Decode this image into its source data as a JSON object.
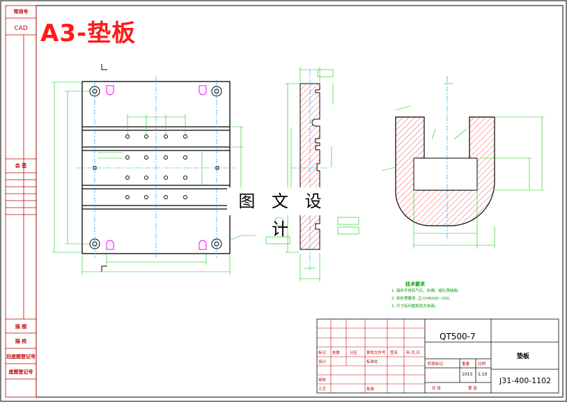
{
  "left_strip": {
    "top_label_1": "常用号",
    "top_label_2": "CAD",
    "mid_label": "会 签",
    "bottom_labels": [
      "描 图",
      "描 校",
      "旧底图登记号",
      "底图登记号"
    ]
  },
  "drawing": {
    "title": "A3-垫板",
    "watermark": "图 文 设 计"
  },
  "tech_notes": {
    "title": "技术要求",
    "lines": [
      "1. 铸件不得有气孔、砂眼、缩孔等缺陷;",
      "2. 热处理要求: 正火HB200~250;",
      "3. 尺寸有问题和供方协商。"
    ]
  },
  "title_block": {
    "material": "QT500-7",
    "part_name": "垫板",
    "drawing_number": "J31-400-1102",
    "weight": "1015",
    "scale": "1:10",
    "header_labels": [
      "标记",
      "处数",
      "分区",
      "更改文件号",
      "签名",
      "年.月.日"
    ],
    "row_labels": [
      "设计",
      "标准化",
      "审核",
      "工艺",
      "批准"
    ],
    "stage_labels": [
      "阶段标记",
      "重量",
      "比例"
    ],
    "sheet_labels": [
      "共 张",
      "第 张"
    ]
  }
}
